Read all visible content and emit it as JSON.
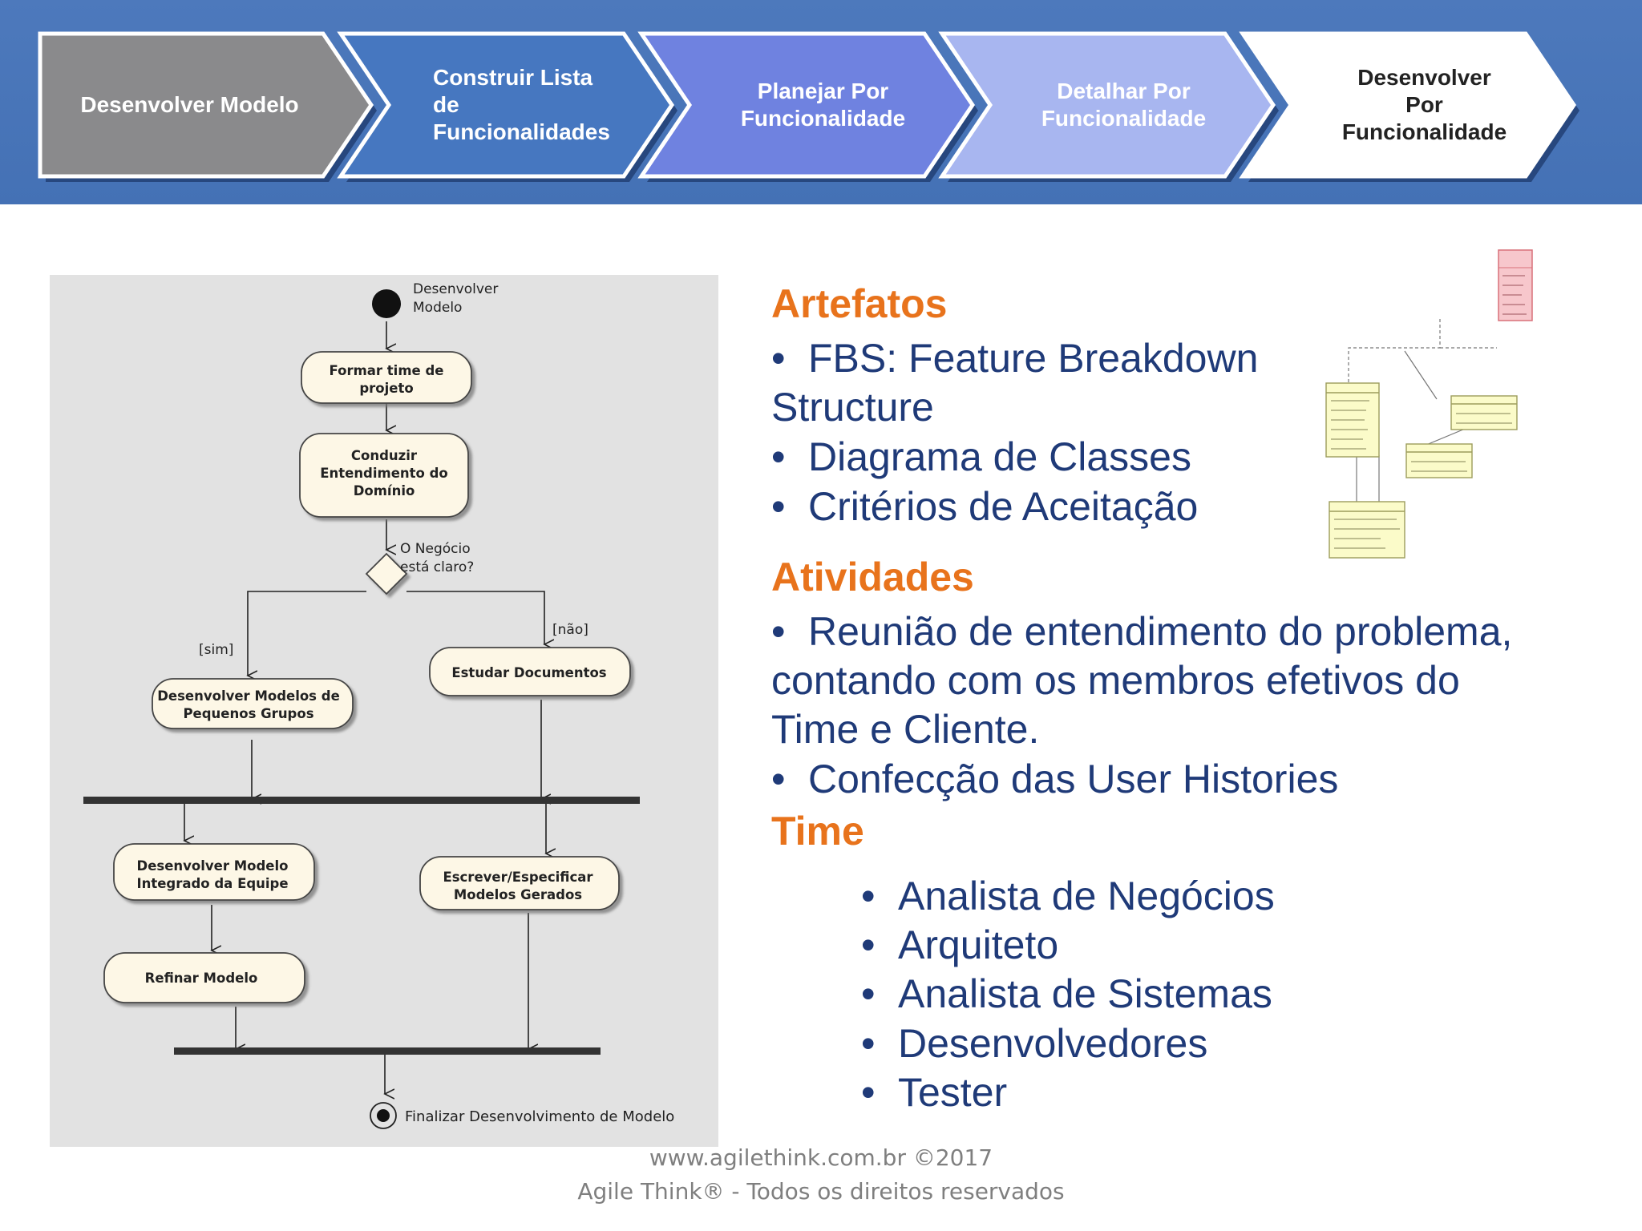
{
  "process_steps": [
    {
      "label": "Desenvolver Modelo",
      "fill": "#8a8a8c",
      "text_color": "#ffffff"
    },
    {
      "label": "Construir Lista\nde\nFuncionalidades",
      "fill": "#4677c0",
      "text_color": "#ffffff"
    },
    {
      "label": "Planejar Por\nFuncionalidade",
      "fill": "#6f82e0",
      "text_color": "#ffffff"
    },
    {
      "label": "Detalhar Por\nFuncionalidade",
      "fill": "#a8b6f0",
      "text_color": "#ffffff"
    },
    {
      "label": "Desenvolver\nPor\nFuncionalidade",
      "fill": "#ffffff",
      "text_color": "#222222"
    }
  ],
  "diagram": {
    "start_label_1": "Desenvolver",
    "start_label_2": "Modelo",
    "activity_form_team_1": "Formar time de",
    "activity_form_team_2": "projeto",
    "activity_domain_1": "Conduzir",
    "activity_domain_2": "Entendimento do",
    "activity_domain_3": "Domínio",
    "decision_label_1": "O Negócio",
    "decision_label_2": "está claro?",
    "guard_yes": "[sim]",
    "guard_no": "[não]",
    "activity_study_docs": "Estudar Documentos",
    "activity_small_groups_1": "Desenvolver Modelos de",
    "activity_small_groups_2": "Pequenos Grupos",
    "activity_team_model_1": "Desenvolver Modelo",
    "activity_team_model_2": "Integrado da Equipe",
    "activity_write_models_1": "Escrever/Especificar",
    "activity_write_models_2": "Modelos Gerados",
    "activity_refine": "Refinar Modelo",
    "end_label": "Finalizar Desenvolvimento de Modelo"
  },
  "sections": {
    "artefatos_title": "Artefatos",
    "artefatos_item_1_line_1": "FBS: Feature Breakdown",
    "artefatos_item_1_line_2": "Structure",
    "artefatos_item_2": "Diagrama de Classes",
    "artefatos_item_3": "Critérios de Aceitação",
    "atividades_title": "Atividades",
    "atividades_item_1_line_1": "Reunião de entendimento do problema,",
    "atividades_item_1_line_2": "contando com os membros efetivos do",
    "atividades_item_1_line_3": "Time e Cliente.",
    "atividades_item_2": "Confecção das User Histories",
    "time_title": "Time",
    "time_items": [
      "Analista de Negócios",
      "Arquiteto",
      "Analista de Sistemas",
      "Desenvolvedores",
      "Tester"
    ],
    "bullet": "•"
  },
  "footer": {
    "line_1": "www.agilethink.com.br ©2017",
    "line_2": "Agile Think® - Todos os direitos reservados"
  },
  "colors": {
    "band": "#4a76ba",
    "heading": "#e8731c",
    "body_text": "#1f3a78",
    "activity_fill": "#fdf7e6"
  }
}
